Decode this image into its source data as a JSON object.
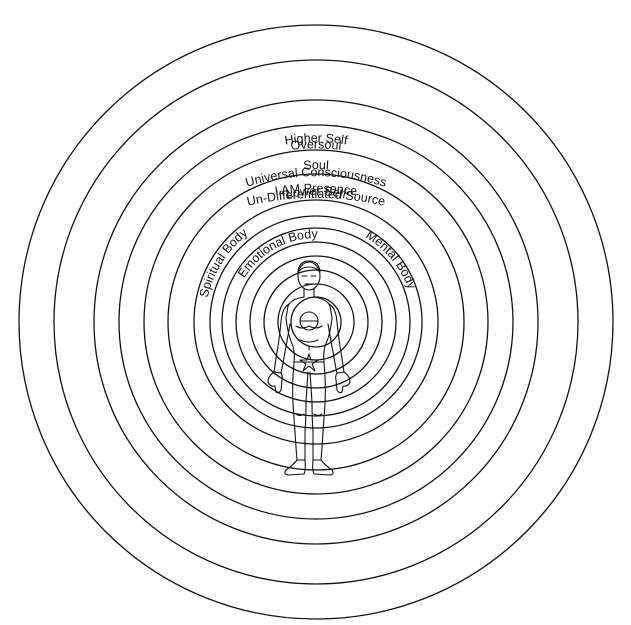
{
  "diagram": {
    "layers": [
      "Un-Differentiated Source",
      "I AM Presence",
      "Universal Consciousness",
      "Oversoul",
      "Higher Self",
      "Soul",
      "Lower Self"
    ],
    "bodies": {
      "spiritual": "Spiritual Body",
      "mental": "Mental Body",
      "emotional": "Emotional Body"
    },
    "figure": "human-figure"
  }
}
